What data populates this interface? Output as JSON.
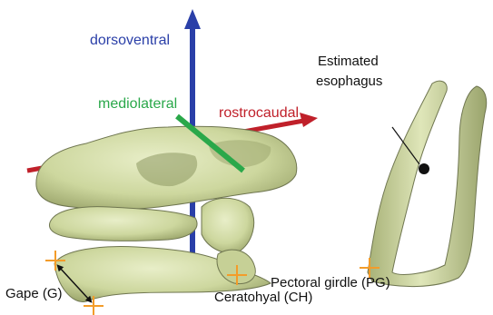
{
  "axes": {
    "dorsoventral": {
      "label": "dorsoventral",
      "color": "#2a3fa8"
    },
    "mediolateral": {
      "label": "mediolateral",
      "color": "#2aa84a"
    },
    "rostrocaudal": {
      "label": "rostrocaudal",
      "color": "#c0202a"
    }
  },
  "annotations": {
    "esophagus": {
      "line1": "Estimated",
      "line2": "esophagus"
    },
    "gape": "Gape (G)",
    "ceratohyal": "Ceratohyal (CH)",
    "pectoral_girdle": "Pectoral girdle (PG)"
  },
  "colors": {
    "bone_fill": "#d9e2b2",
    "bone_shade": "#a8b37a",
    "bone_dark": "#6f7650",
    "landmark": "#f39c2a",
    "background": "#ffffff"
  }
}
